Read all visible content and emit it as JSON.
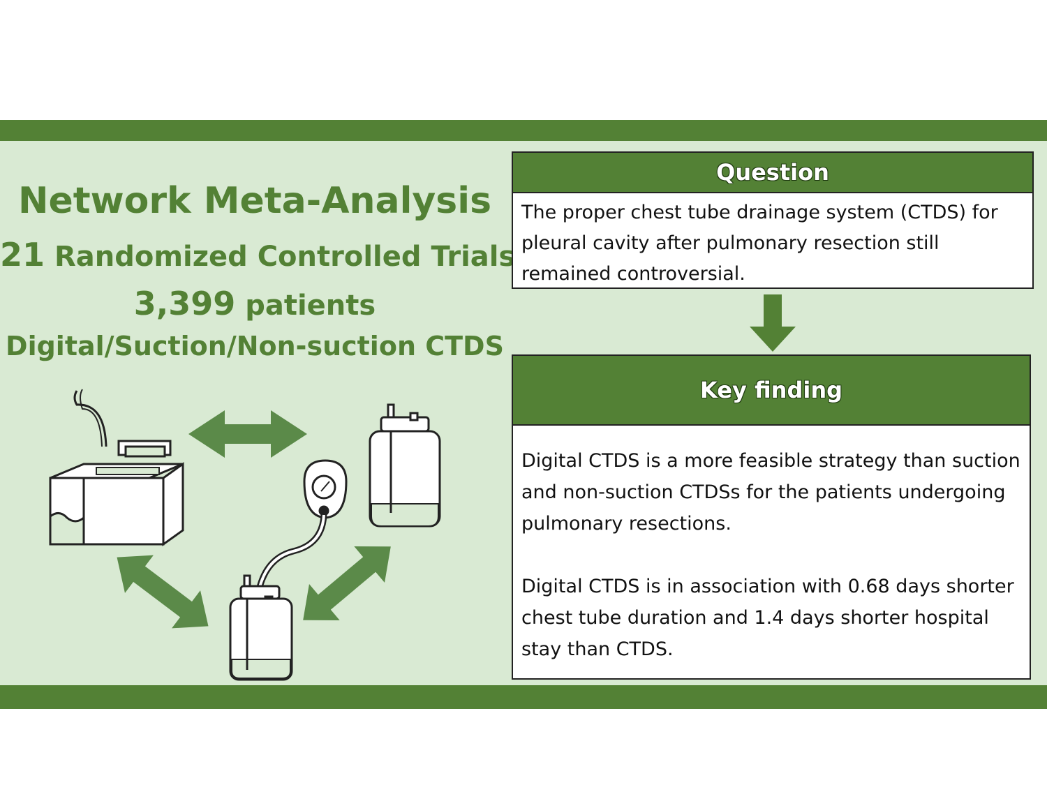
{
  "left": {
    "title": "Network Meta-Analysis",
    "rct_number": "21",
    "rct_label": "Randomized Controlled Trials",
    "patients_number": "3,399",
    "patients_label": "patients",
    "ctds_types": "Digital/Suction/Non-suction CTDS"
  },
  "question": {
    "header": "Question",
    "body": "The proper chest tube drainage system (CTDS) for pleural cavity after pulmonary resection still remained controversial."
  },
  "key_finding": {
    "header": "Key finding",
    "paragraph1": "Digital CTDS is a more feasible strategy than suction and non-suction CTDSs for the patients undergoing pulmonary resections.",
    "paragraph2": "Digital CTDS is in association with 0.68 days shorter chest tube duration and 1.4 days shorter hospital stay than CTDS."
  },
  "icons": [
    "digital-drainage-device-icon",
    "suction-bottle-icon",
    "non-suction-bottle-icon",
    "double-arrow-icon",
    "down-arrow-icon"
  ],
  "colors": {
    "accent": "#538135",
    "panel": "#d9ead3",
    "arrow": "#5b8a49"
  }
}
